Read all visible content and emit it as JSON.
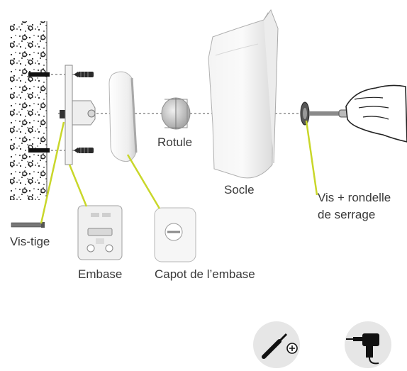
{
  "labels": {
    "rotule": "Rotule",
    "socle": "Socle",
    "vis_rondelle_line1": "Vis + rondelle",
    "vis_rondelle_line2": "de serrage",
    "vis_tige": "Vis-tige",
    "embase": "Embase",
    "capot": "Capot de l’embase"
  },
  "colors": {
    "leader": "#c9d72a",
    "tool_circle": "#e6e6e6",
    "dashed": "#555555"
  },
  "tools": [
    {
      "icon": "screwdriver-phillips-icon"
    },
    {
      "icon": "power-drill-icon"
    }
  ]
}
